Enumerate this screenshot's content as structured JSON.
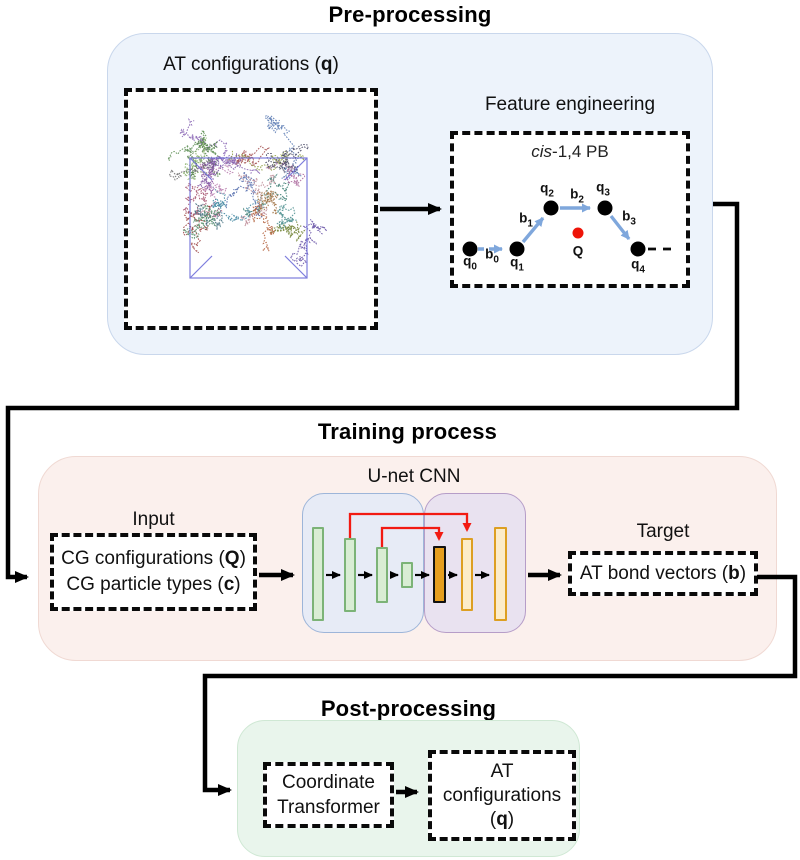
{
  "pre": {
    "title": "Pre-processing",
    "at_label": {
      "pre": "AT configurations (",
      "bold": "q",
      "post": ")"
    },
    "feature": {
      "label": "Feature engineering",
      "molecule": {
        "italic": "cis",
        "rest": "-1,4 PB"
      },
      "nodes": [
        {
          "b": "q",
          "s": "0"
        },
        {
          "b": "q",
          "s": "1"
        },
        {
          "b": "q",
          "s": "2"
        },
        {
          "b": "q",
          "s": "3"
        },
        {
          "b": "q",
          "s": "4"
        }
      ],
      "bonds": [
        {
          "b": "b",
          "s": "0"
        },
        {
          "b": "b",
          "s": "1"
        },
        {
          "b": "b",
          "s": "2"
        },
        {
          "b": "b",
          "s": "3"
        }
      ],
      "cg_bead_label": "Q"
    }
  },
  "training": {
    "title": "Training process",
    "input": {
      "label": "Input",
      "line1": {
        "pre": "CG configurations (",
        "bold": "Q",
        "post": ")"
      },
      "line2": {
        "pre": "CG particle types (",
        "bold": "c",
        "post": ")"
      }
    },
    "unet": {
      "label": "U-net CNN"
    },
    "target": {
      "label": "Target",
      "line": {
        "pre": "AT bond vectors (",
        "bold": "b",
        "post": ")"
      }
    }
  },
  "post": {
    "title": "Post-processing",
    "transformer": {
      "line1": "Coordinate",
      "line2": "Transformer"
    },
    "output": {
      "line1": "AT",
      "line2": "configurations",
      "line3": {
        "pre": "(",
        "bold": "q",
        "post": ")"
      }
    }
  },
  "colors": {
    "pre_bg": "#edf3fb",
    "training_bg": "#fbf0ed",
    "post_bg": "#e9f5ec",
    "encoder_bg": "#e7ebf6",
    "decoder_bg": "#e9e2f0",
    "green_bar": "#d9edd4",
    "green_border": "#7cb377",
    "orange_bar": "#fcecca",
    "orange_border": "#dd9f22",
    "dark_orange_bar": "#e59e1e",
    "skip_connection_red": "#f21a12",
    "bond_arrow_blue": "#7fa7dc",
    "cg_bead_red": "#ee1408",
    "connector_black": "#000000"
  }
}
